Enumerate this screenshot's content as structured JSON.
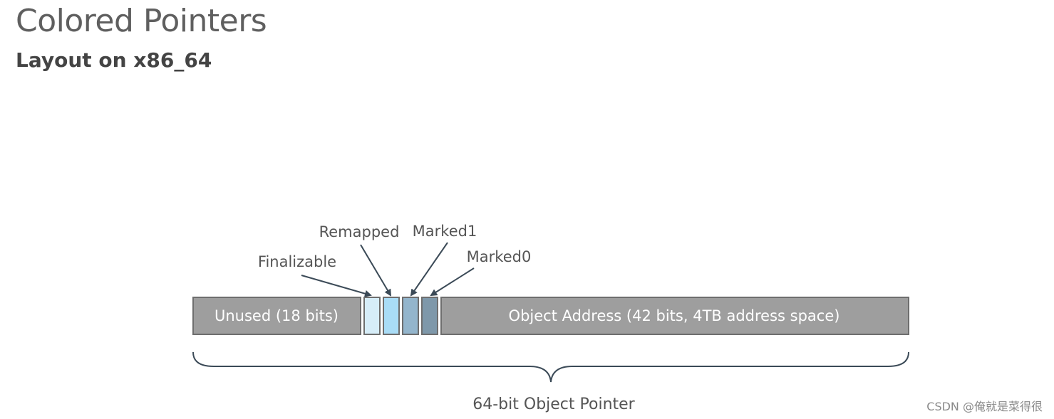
{
  "header": {
    "title": "Colored Pointers",
    "subtitle": "Layout on x86_64"
  },
  "segments": {
    "unused": "Unused (18 bits)",
    "object_address": "Object Address (42 bits, 4TB address space)"
  },
  "callouts": {
    "finalizable": "Finalizable",
    "remapped": "Remapped",
    "marked1": "Marked1",
    "marked0": "Marked0"
  },
  "caption": "64-bit Object Pointer",
  "watermark": "CSDN @俺就是菜得很",
  "colors": {
    "segment_gray": "#9e9e9e",
    "finalizable": "#d6edf8",
    "remapped": "#a9dcf6",
    "marked1": "#93b5cc",
    "marked0": "#7e98aa",
    "border": "#6e6e6e",
    "arrow": "#3b4a57"
  }
}
